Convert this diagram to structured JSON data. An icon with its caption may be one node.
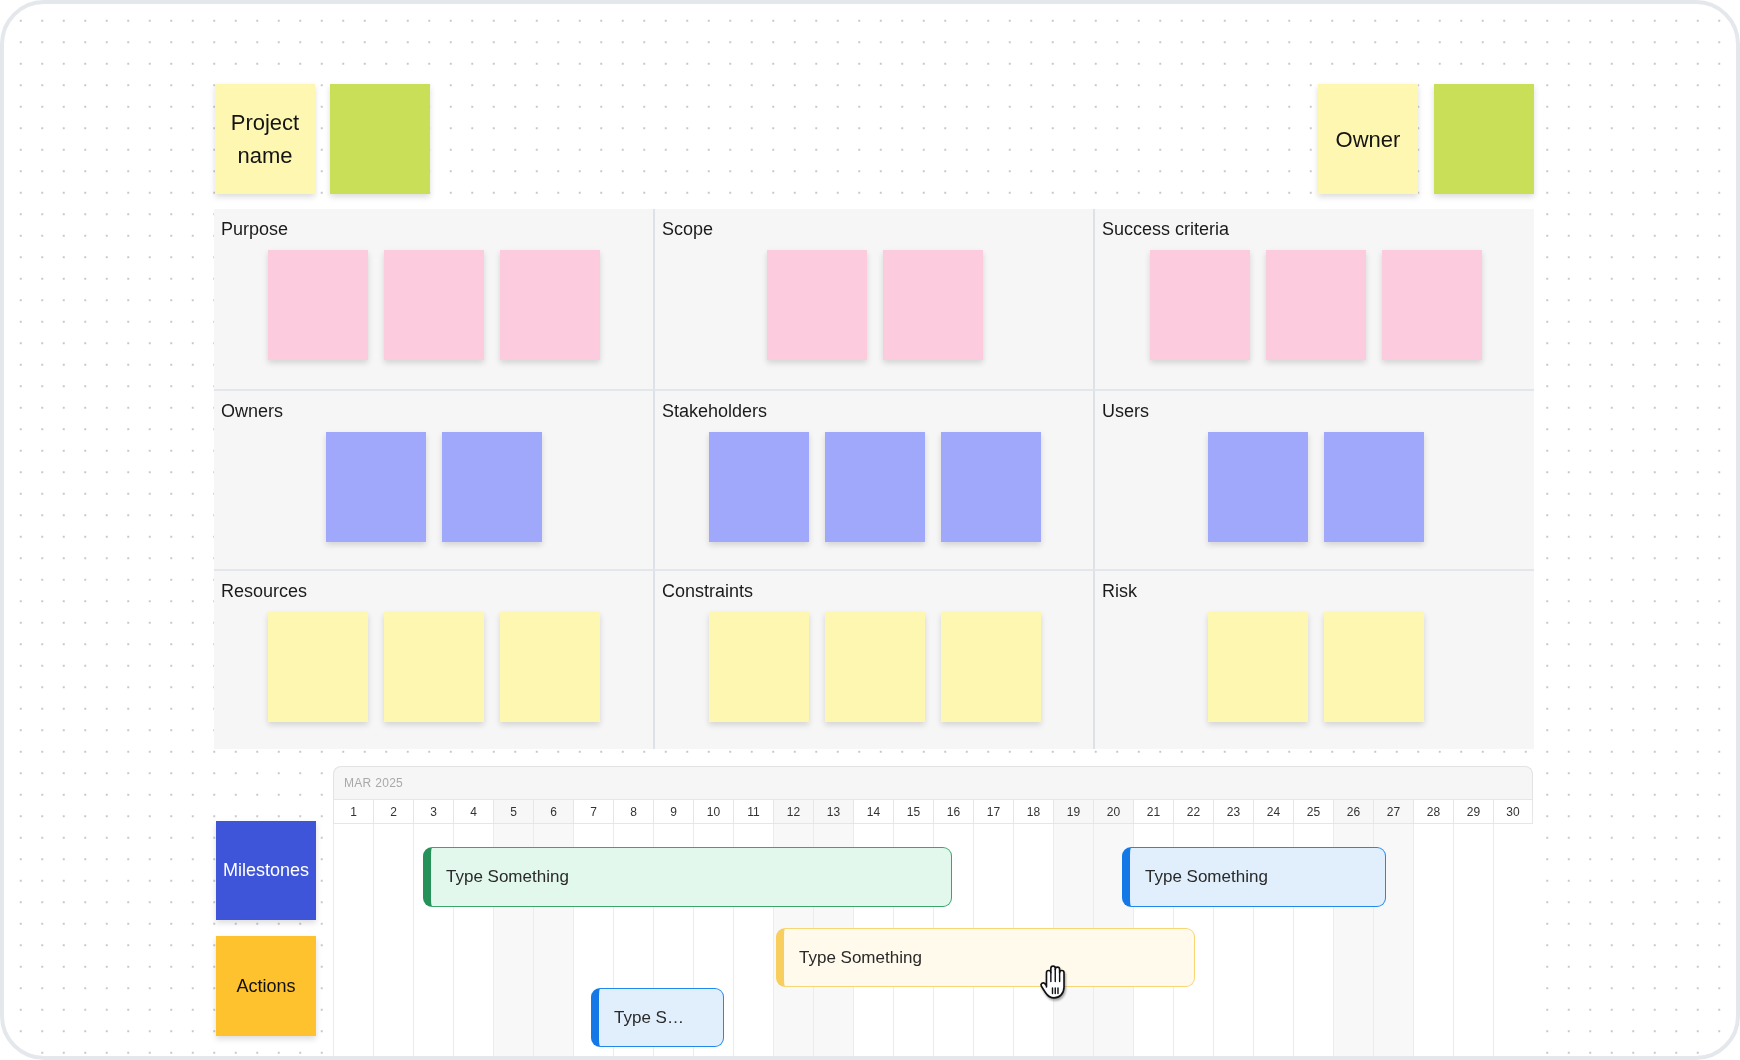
{
  "diagram": {
    "nodes": [
      {
        "text": [
          "Project name"
        ]
      },
      {
        "text": [],
        "shape": "box"
      },
      {
        "text": [
          "Owner"
        ]
      },
      {
        "text": [],
        "shape": "box"
      },
      {
        "text": [
          "Purpose"
        ]
      },
      {
        "text": [],
        "shape": "box",
        "in": 4
      },
      {
        "text": [],
        "shape": "box",
        "in": 4
      },
      {
        "text": [],
        "shape": "box",
        "in": 4
      },
      {
        "text": [
          "Scope"
        ]
      },
      {
        "text": [],
        "shape": "box",
        "in": 8
      },
      {
        "text": [],
        "shape": "box",
        "in": 8
      },
      {
        "text": [
          "Success criteria"
        ]
      },
      {
        "text": [],
        "shape": "box",
        "in": 11
      },
      {
        "text": [],
        "shape": "box",
        "in": 11
      },
      {
        "text": [],
        "shape": "box",
        "in": 11
      },
      {
        "text": [
          "Owners"
        ]
      },
      {
        "text": [],
        "shape": "box",
        "in": 15
      },
      {
        "text": [],
        "shape": "box",
        "in": 15
      },
      {
        "text": [
          "Stakeholders"
        ]
      },
      {
        "text": [],
        "shape": "box",
        "in": 18
      },
      {
        "text": [],
        "shape": "box",
        "in": 18
      },
      {
        "text": [],
        "shape": "box",
        "in": 18
      },
      {
        "text": [
          "Users"
        ]
      },
      {
        "text": [],
        "shape": "box",
        "in": 22
      },
      {
        "text": [],
        "shape": "box",
        "in": 22
      },
      {
        "text": [
          "Resources"
        ]
      },
      {
        "text": [],
        "shape": "box",
        "in": 25
      },
      {
        "text": [],
        "shape": "box",
        "in": 25
      },
      {
        "text": [],
        "shape": "box",
        "in": 25
      },
      {
        "text": [
          "Constraints"
        ]
      },
      {
        "text": [],
        "shape": "box",
        "in": 29
      },
      {
        "text": [],
        "shape": "box",
        "in": 29
      },
      {
        "text": [],
        "shape": "box",
        "in": 29
      },
      {
        "text": [
          "Risk"
        ]
      },
      {
        "text": [],
        "shape": "box",
        "in": 33
      },
      {
        "text": [],
        "shape": "box",
        "in": 33
      },
      {
        "text": [
          "Milestones"
        ]
      },
      {
        "text": [
          "Type Something"
        ]
      },
      {
        "text": [
          "Type Something"
        ]
      },
      {
        "text": [
          "Actions"
        ]
      },
      {
        "text": [
          "Type Something"
        ]
      },
      {
        "text": [
          "Type S…"
        ]
      }
    ],
    "labels": [
      "MAR 2025",
      "1",
      "2",
      "3",
      "4",
      "5",
      "6",
      "7",
      "8",
      "9",
      "10",
      "11",
      "12",
      "13",
      "14",
      "15",
      "16",
      "17",
      "18",
      "19",
      "20",
      "21",
      "22",
      "23",
      "24",
      "25",
      "26",
      "27",
      "28",
      "29",
      "30"
    ]
  }
}
